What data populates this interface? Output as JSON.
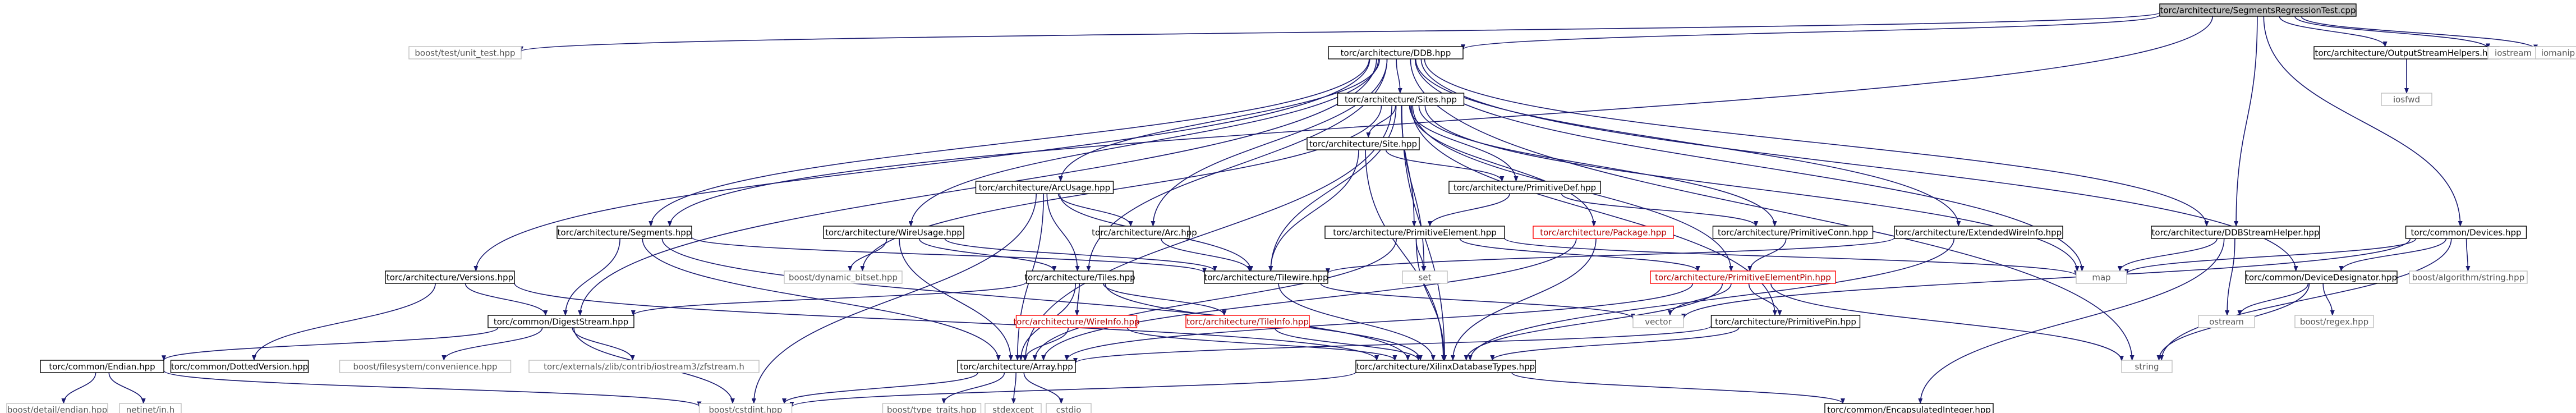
{
  "colors": {
    "edge": "#191970",
    "root_fill": "#bfbfbf",
    "node_fill": "#ffffff",
    "node_border": "#000000",
    "node_text": "#000000",
    "external_border": "#bfbfbf",
    "external_text": "#555555",
    "incomplete_border": "#ff0000",
    "incomplete_text": "#b00000"
  },
  "nodes": [
    {
      "id": "root",
      "label": "torc/architecture/SegmentsRegressionTest.cpp",
      "kind": "root"
    },
    {
      "id": "unit_test",
      "label": "boost/test/unit_test.hpp",
      "kind": "external"
    },
    {
      "id": "ddb",
      "label": "torc/architecture/DDB.hpp",
      "kind": "normal"
    },
    {
      "id": "osh",
      "label": "torc/architecture/OutputStreamHelpers.hpp",
      "kind": "normal"
    },
    {
      "id": "iostream",
      "label": "iostream",
      "kind": "external"
    },
    {
      "id": "iomanip",
      "label": "iomanip",
      "kind": "external"
    },
    {
      "id": "iosfwd",
      "label": "iosfwd",
      "kind": "external"
    },
    {
      "id": "sites",
      "label": "torc/architecture/Sites.hpp",
      "kind": "normal"
    },
    {
      "id": "site",
      "label": "torc/architecture/Site.hpp",
      "kind": "normal"
    },
    {
      "id": "arcusage",
      "label": "torc/architecture/ArcUsage.hpp",
      "kind": "normal"
    },
    {
      "id": "pdef",
      "label": "torc/architecture/PrimitiveDef.hpp",
      "kind": "normal"
    },
    {
      "id": "segments",
      "label": "torc/architecture/Segments.hpp",
      "kind": "normal"
    },
    {
      "id": "wireusage",
      "label": "torc/architecture/WireUsage.hpp",
      "kind": "normal"
    },
    {
      "id": "arc",
      "label": "torc/architecture/Arc.hpp",
      "kind": "normal"
    },
    {
      "id": "pelem",
      "label": "torc/architecture/PrimitiveElement.hpp",
      "kind": "normal"
    },
    {
      "id": "package",
      "label": "torc/architecture/Package.hpp",
      "kind": "incomplete"
    },
    {
      "id": "pconn",
      "label": "torc/architecture/PrimitiveConn.hpp",
      "kind": "normal"
    },
    {
      "id": "extwire",
      "label": "torc/architecture/ExtendedWireInfo.hpp",
      "kind": "normal"
    },
    {
      "id": "ddbsh",
      "label": "torc/architecture/DDBStreamHelper.hpp",
      "kind": "normal"
    },
    {
      "id": "devices",
      "label": "torc/common/Devices.hpp",
      "kind": "normal"
    },
    {
      "id": "versions",
      "label": "torc/architecture/Versions.hpp",
      "kind": "normal"
    },
    {
      "id": "dynbitset",
      "label": "boost/dynamic_bitset.hpp",
      "kind": "external"
    },
    {
      "id": "tiles",
      "label": "torc/architecture/Tiles.hpp",
      "kind": "normal"
    },
    {
      "id": "tilewire",
      "label": "torc/architecture/Tilewire.hpp",
      "kind": "normal"
    },
    {
      "id": "set",
      "label": "set",
      "kind": "external"
    },
    {
      "id": "pelempin",
      "label": "torc/architecture/PrimitiveElementPin.hpp",
      "kind": "incomplete"
    },
    {
      "id": "map",
      "label": "map",
      "kind": "external"
    },
    {
      "id": "devdes",
      "label": "torc/common/DeviceDesignator.hpp",
      "kind": "normal"
    },
    {
      "id": "boostalg",
      "label": "boost/algorithm/string.hpp",
      "kind": "external"
    },
    {
      "id": "digest",
      "label": "torc/common/DigestStream.hpp",
      "kind": "normal"
    },
    {
      "id": "wireinfo",
      "label": "torc/architecture/WireInfo.hpp",
      "kind": "incomplete"
    },
    {
      "id": "tileinfo",
      "label": "torc/architecture/TileInfo.hpp",
      "kind": "incomplete"
    },
    {
      "id": "vector",
      "label": "vector",
      "kind": "external"
    },
    {
      "id": "ppin",
      "label": "torc/architecture/PrimitivePin.hpp",
      "kind": "normal"
    },
    {
      "id": "ostream",
      "label": "ostream",
      "kind": "external"
    },
    {
      "id": "regex",
      "label": "boost/regex.hpp",
      "kind": "external"
    },
    {
      "id": "string",
      "label": "string",
      "kind": "external"
    },
    {
      "id": "endian",
      "label": "torc/common/Endian.hpp",
      "kind": "normal"
    },
    {
      "id": "dotted",
      "label": "torc/common/DottedVersion.hpp",
      "kind": "normal"
    },
    {
      "id": "fsconv",
      "label": "boost/filesystem/convenience.hpp",
      "kind": "external"
    },
    {
      "id": "cfstream",
      "label": "torc/externals/zlib/contrib/iostream3/zfstream.h",
      "kind": "external"
    },
    {
      "id": "array",
      "label": "torc/architecture/Array.hpp",
      "kind": "normal"
    },
    {
      "id": "xdbtypes",
      "label": "torc/architecture/XilinxDatabaseTypes.hpp",
      "kind": "normal"
    },
    {
      "id": "bdendian",
      "label": "boost/detail/endian.hpp",
      "kind": "external"
    },
    {
      "id": "netinet",
      "label": "netinet/in.h",
      "kind": "external"
    },
    {
      "id": "cstdint",
      "label": "boost/cstdint.hpp",
      "kind": "external"
    },
    {
      "id": "typetraits",
      "label": "boost/type_traits.hpp",
      "kind": "external"
    },
    {
      "id": "stdexcept",
      "label": "stdexcept",
      "kind": "external"
    },
    {
      "id": "cstdio",
      "label": "cstdio",
      "kind": "external"
    },
    {
      "id": "encint",
      "label": "torc/common/EncapsulatedInteger.hpp",
      "kind": "normal"
    }
  ],
  "edges": [
    [
      "root",
      "unit_test"
    ],
    [
      "root",
      "ddb"
    ],
    [
      "root",
      "osh"
    ],
    [
      "root",
      "iostream"
    ],
    [
      "root",
      "iomanip"
    ],
    [
      "root",
      "segments"
    ],
    [
      "root",
      "ddbsh"
    ],
    [
      "root",
      "devices"
    ],
    [
      "osh",
      "iosfwd"
    ],
    [
      "ddb",
      "sites"
    ],
    [
      "ddb",
      "arcusage"
    ],
    [
      "ddb",
      "segments"
    ],
    [
      "ddb",
      "wireusage"
    ],
    [
      "ddb",
      "arc"
    ],
    [
      "ddb",
      "extwire"
    ],
    [
      "ddb",
      "ddbsh"
    ],
    [
      "ddb",
      "versions"
    ],
    [
      "ddb",
      "tiles"
    ],
    [
      "ddb",
      "digest"
    ],
    [
      "ddb",
      "map"
    ],
    [
      "ddb",
      "string"
    ],
    [
      "ddb",
      "devdes"
    ],
    [
      "sites",
      "site"
    ],
    [
      "sites",
      "pdef"
    ],
    [
      "sites",
      "pelem"
    ],
    [
      "sites",
      "package"
    ],
    [
      "sites",
      "pconn"
    ],
    [
      "sites",
      "pelempin"
    ],
    [
      "sites",
      "ppin"
    ],
    [
      "sites",
      "set"
    ],
    [
      "sites",
      "map"
    ],
    [
      "sites",
      "tilewire"
    ],
    [
      "sites",
      "array"
    ],
    [
      "sites",
      "xdbtypes"
    ],
    [
      "sites",
      "dynbitset"
    ],
    [
      "site",
      "pdef"
    ],
    [
      "site",
      "tilewire"
    ],
    [
      "site",
      "xdbtypes"
    ],
    [
      "pdef",
      "pelem"
    ],
    [
      "pdef",
      "pconn"
    ],
    [
      "arcusage",
      "arc"
    ],
    [
      "arcusage",
      "tiles"
    ],
    [
      "arcusage",
      "tilewire"
    ],
    [
      "arcusage",
      "array"
    ],
    [
      "arcusage",
      "cstdint"
    ],
    [
      "segments",
      "tilewire"
    ],
    [
      "segments",
      "digest"
    ],
    [
      "segments",
      "array"
    ],
    [
      "segments",
      "xdbtypes"
    ],
    [
      "wireusage",
      "tiles"
    ],
    [
      "wireusage",
      "tilewire"
    ],
    [
      "wireusage",
      "dynbitset"
    ],
    [
      "wireusage",
      "array"
    ],
    [
      "arc",
      "tilewire"
    ],
    [
      "pelem",
      "pelempin"
    ],
    [
      "pelem",
      "set"
    ],
    [
      "pelem",
      "map"
    ],
    [
      "pelem",
      "array"
    ],
    [
      "pelem",
      "xdbtypes"
    ],
    [
      "package",
      "array"
    ],
    [
      "package",
      "xdbtypes"
    ],
    [
      "pconn",
      "pelempin"
    ],
    [
      "pelempin",
      "ppin"
    ],
    [
      "pelempin",
      "vector"
    ],
    [
      "pelempin",
      "string"
    ],
    [
      "pelempin",
      "xdbtypes"
    ],
    [
      "pelempin",
      "array"
    ],
    [
      "extwire",
      "tilewire"
    ],
    [
      "extwire",
      "xdbtypes"
    ],
    [
      "ddbsh",
      "ostream"
    ],
    [
      "ddbsh",
      "map"
    ],
    [
      "ddbsh",
      "encint"
    ],
    [
      "devices",
      "devdes"
    ],
    [
      "devices",
      "boostalg"
    ],
    [
      "devices",
      "map"
    ],
    [
      "devices",
      "vector"
    ],
    [
      "devices",
      "string"
    ],
    [
      "devdes",
      "ostream"
    ],
    [
      "devdes",
      "regex"
    ],
    [
      "devdes",
      "string"
    ],
    [
      "versions",
      "digest"
    ],
    [
      "versions",
      "dotted"
    ],
    [
      "versions",
      "xdbtypes"
    ],
    [
      "tiles",
      "tileinfo"
    ],
    [
      "tiles",
      "wireinfo"
    ],
    [
      "tiles",
      "digest"
    ],
    [
      "tiles",
      "array"
    ],
    [
      "tiles",
      "xdbtypes"
    ],
    [
      "tilewire",
      "xdbtypes"
    ],
    [
      "tilewire",
      "vector"
    ],
    [
      "digest",
      "endian"
    ],
    [
      "digest",
      "fsconv"
    ],
    [
      "digest",
      "cfstream"
    ],
    [
      "digest",
      "cstdint"
    ],
    [
      "wireinfo",
      "array"
    ],
    [
      "wireinfo",
      "xdbtypes"
    ],
    [
      "tileinfo",
      "xdbtypes"
    ],
    [
      "ppin",
      "array"
    ],
    [
      "ppin",
      "xdbtypes"
    ],
    [
      "endian",
      "bdendian"
    ],
    [
      "endian",
      "netinet"
    ],
    [
      "endian",
      "cstdint"
    ],
    [
      "array",
      "cstdint"
    ],
    [
      "array",
      "typetraits"
    ],
    [
      "array",
      "stdexcept"
    ],
    [
      "array",
      "cstdio"
    ],
    [
      "xdbtypes",
      "cstdint"
    ],
    [
      "xdbtypes",
      "encint"
    ]
  ]
}
